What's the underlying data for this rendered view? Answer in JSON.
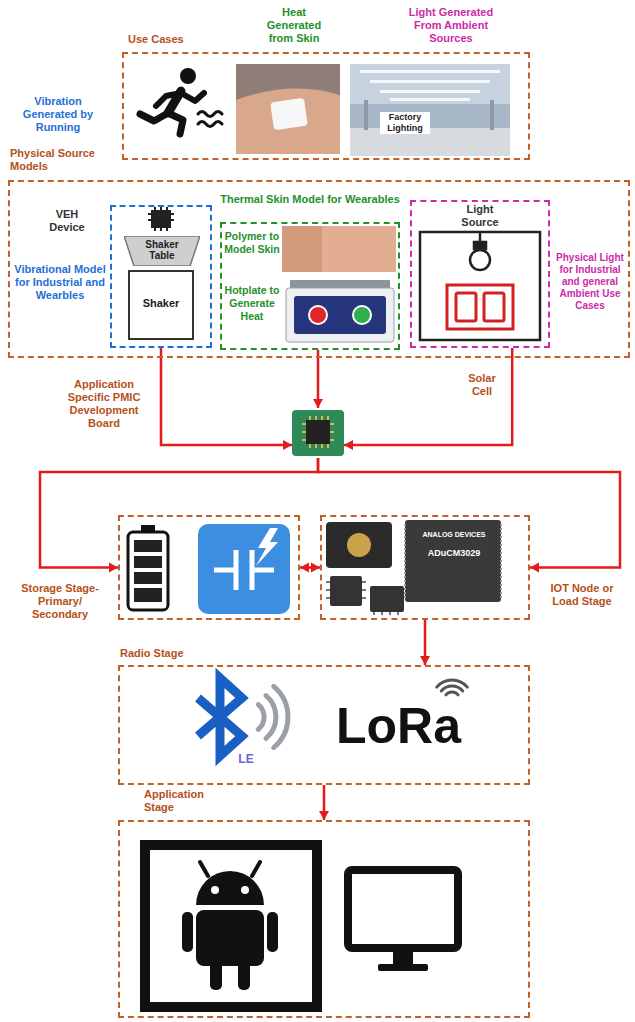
{
  "diagram": {
    "nodes": [
      {
        "text": [
          "Use Cases"
        ]
      },
      {
        "text": [
          "Physical Source Models"
        ]
      },
      {
        "text": [
          "Vibrational Model for Industrial and Wearbles"
        ],
        "in": 1
      },
      {
        "text": [
          "Shaker Table"
        ],
        "in": 2
      },
      {
        "text": [
          "Shaker"
        ],
        "in": 2
      },
      {
        "text": [
          "Thermal Skin Model for Wearables",
          "Polymer to Model Skin",
          "Hotplate to Generate Heat"
        ],
        "in": 1
      },
      {
        "text": [
          "Light Source",
          "Physical Light for Industrial and general Ambient Use Cases"
        ],
        "in": 1
      },
      {
        "text": [
          "Application Specific PMIC Development Board"
        ]
      },
      {
        "text": [
          "Storage Stage-Primary/ Secondary"
        ]
      },
      {
        "text": [
          "IOT Node or Load Stage"
        ]
      },
      {
        "text": [
          "Radio Stage"
        ]
      },
      {
        "text": [
          "Application Stage"
        ]
      }
    ],
    "edges": [
      {
        "from": 2,
        "to": 7,
        "arrow": "to"
      },
      {
        "from": 5,
        "to": 7,
        "arrow": "to"
      },
      {
        "from": 6,
        "to": 7,
        "arrow": "to"
      },
      {
        "from": 7,
        "to": 8,
        "arrow": "to"
      },
      {
        "from": 7,
        "to": 9,
        "arrow": "to"
      },
      {
        "from": 8,
        "to": 9,
        "arrow": "both"
      },
      {
        "from": 9,
        "to": 10,
        "arrow": "to"
      },
      {
        "from": 10,
        "to": 11,
        "arrow": "to"
      }
    ],
    "labels": [
      "Heat Generated from Skin",
      "Light Generated From Ambient Sources",
      "Factory Lighting",
      "Vibration Generated by Running",
      "VEH Device",
      "Solar Cell",
      "ANALOG DEVICES",
      "ADuCM3029",
      "LE",
      "LoRa"
    ]
  }
}
